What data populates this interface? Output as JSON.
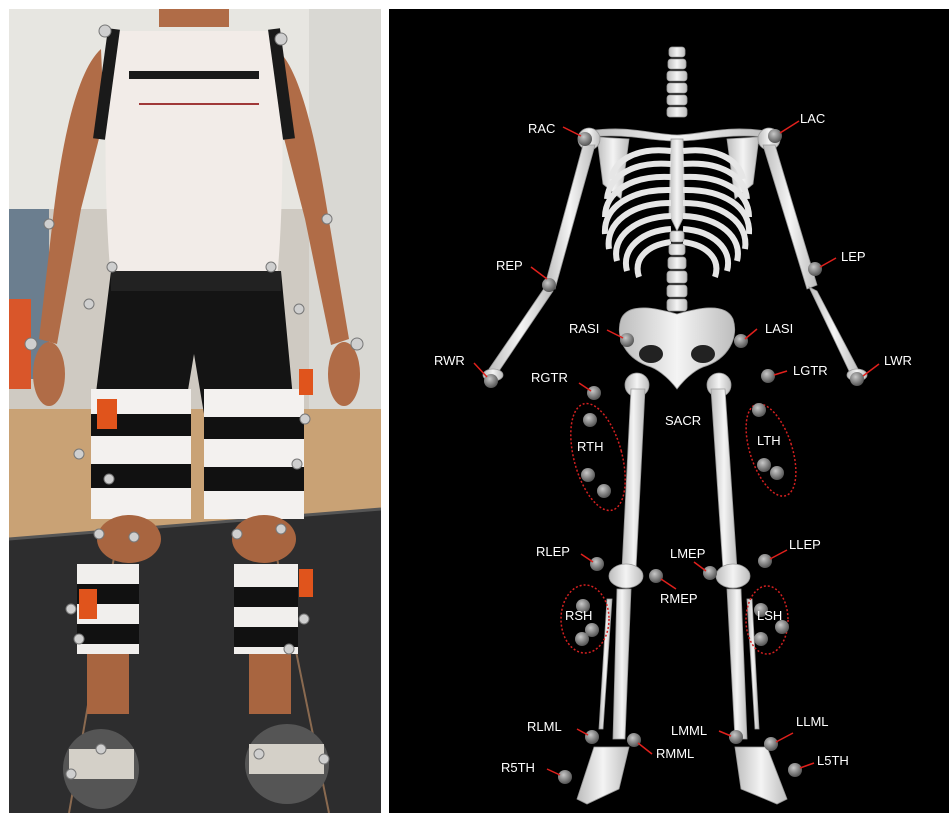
{
  "photo": {
    "description_icon": "person-with-markers-photo"
  },
  "skeleton": {
    "colors": {
      "background": "#000000",
      "bone": "#e8e8e8",
      "marker": "#8a8a8a",
      "leader": "#e0201c",
      "group_outline": "#d42020",
      "label": "#ffffff"
    },
    "labels": {
      "rac": "RAC",
      "lac": "LAC",
      "rep": "REP",
      "lep": "LEP",
      "rasi": "RASI",
      "lasi": "LASI",
      "rwr": "RWR",
      "lwr": "LWR",
      "rgtr": "RGTR",
      "lgtr": "LGTR",
      "sacr": "SACR",
      "rth": "RTH",
      "lth": "LTH",
      "rlep": "RLEP",
      "lmep": "LMEP",
      "llep": "LLEP",
      "rmep": "RMEP",
      "rsh": "RSH",
      "lsh": "LSH",
      "rlml": "RLML",
      "lmml": "LMML",
      "llml": "LLML",
      "rmml": "RMML",
      "r5th": "R5TH",
      "l5th": "L5TH"
    }
  }
}
